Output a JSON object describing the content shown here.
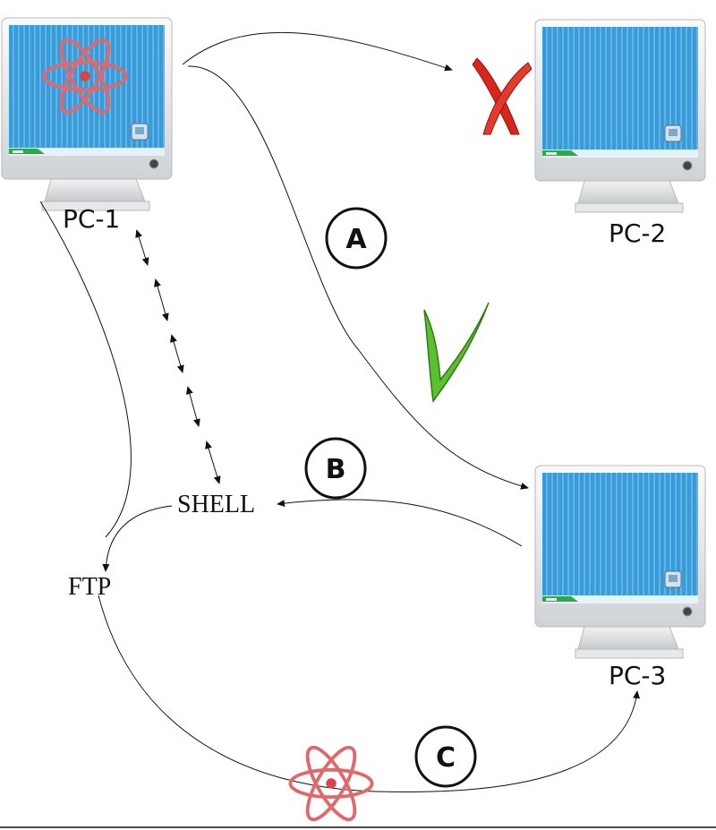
{
  "nodes": {
    "pc1_label": "PC-1",
    "pc2_label": "PC-2",
    "pc3_label": "PC-3",
    "shell_label": "SHELL",
    "ftp_label": "FTP"
  },
  "steps": {
    "a": "A",
    "b": "B",
    "c": "C"
  },
  "marks": {
    "blocked_icon": "red-cross-icon",
    "success_icon": "green-checkmark-icon",
    "payload_icon": "atom-icon"
  },
  "colors": {
    "screen": "#3b9ad8",
    "stripe": "#6cc0ee",
    "taskbar": "#2fa84a",
    "cross": "#d8261c",
    "check": "#5bbf2f",
    "atom": "#e0676a"
  }
}
